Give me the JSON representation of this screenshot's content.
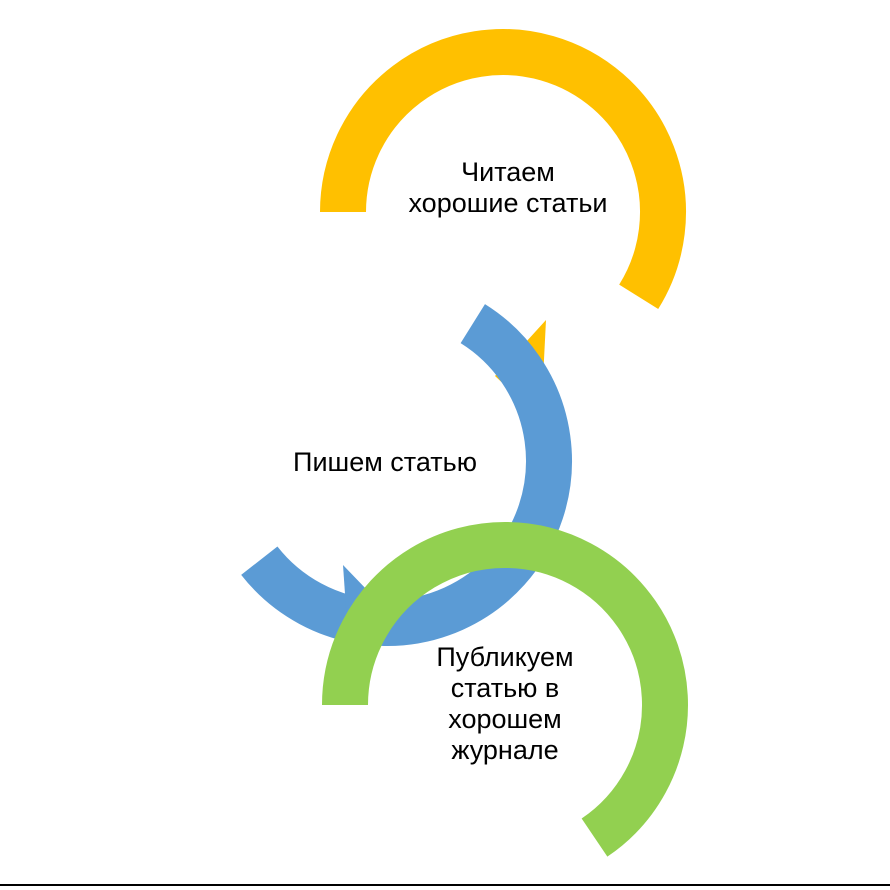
{
  "diagram": {
    "steps": [
      {
        "id": "read",
        "lines": [
          "Читаем",
          "хорошие статьи"
        ],
        "color": "#FFC000"
      },
      {
        "id": "write",
        "lines": [
          "Пишем статью"
        ],
        "color": "#5B9BD5"
      },
      {
        "id": "publish",
        "lines": [
          "Публикуем",
          "статью в",
          "хорошем",
          "журнале"
        ],
        "color": "#92D050"
      }
    ]
  }
}
